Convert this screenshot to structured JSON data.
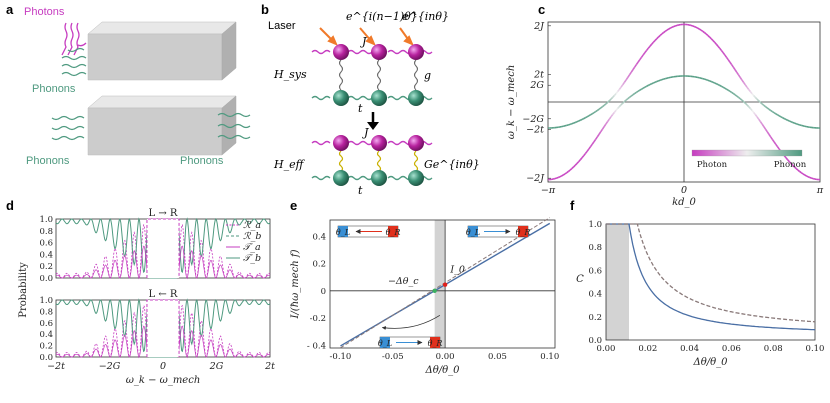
{
  "panels": {
    "a": {
      "label": "a",
      "photons": "Photons",
      "phonons_top": "Phonons",
      "phonons_left": "Phonons",
      "phonons_right": "Phonons"
    },
    "b": {
      "label": "b",
      "laser": "Laser",
      "phase1": "e^{i(n−1)θ}",
      "phase2": "e^{inθ}",
      "J_top": "J",
      "g": "g",
      "t_top": "t",
      "Hsys": "H_sys",
      "J_bot": "J",
      "Gphase": "Ge^{inθ}",
      "t_bot": "t",
      "Heff": "H_eff"
    },
    "c": {
      "label": "c"
    },
    "d": {
      "label": "d"
    },
    "e": {
      "label": "e"
    },
    "f": {
      "label": "f"
    }
  },
  "colors": {
    "photon": "#c63cc0",
    "phonon": "#4f9a80",
    "blue": "#4a6fa5",
    "dashed": "#8a7a7a",
    "gray_band": "#d3d3d3",
    "laser": "#f07a2a"
  },
  "chart_data": [
    {
      "id": "c",
      "type": "line",
      "xlabel": "kd_0",
      "ylabel": "ω_k − ω_mech",
      "x_ticks": [
        "−π",
        "0",
        "π"
      ],
      "y_ticks": [
        "2J",
        "2t",
        "2G",
        "−2G",
        "−2t",
        "−2J"
      ],
      "colorbar": {
        "left": "Photon",
        "right": "Phonon"
      }
    },
    {
      "id": "d",
      "type": "line",
      "titles": [
        "L → R",
        "L ← R"
      ],
      "xlabel": "ω_k − ω_mech",
      "ylabel": "Probability",
      "x_ticks": [
        "−2t",
        "−2G",
        "0",
        "2G",
        "2t"
      ],
      "y_ticks": [
        "0.0",
        "0.2",
        "0.4",
        "0.6",
        "0.8",
        "1.0"
      ],
      "legend": [
        "ℛ_a",
        "ℛ_b",
        "𝒯_a",
        "𝒯_b"
      ]
    },
    {
      "id": "e",
      "type": "line",
      "xlabel": "Δθ/θ_0",
      "ylabel": "I/(ħω_mech f)",
      "x_ticks": [
        "-0.10",
        "-0.05",
        "0.00",
        "0.05",
        "0.10"
      ],
      "y_ticks": [
        "0.4",
        "0.2",
        "0",
        "-0.2",
        "- 0.4"
      ],
      "annotations": [
        "I_0",
        "−Δθ_c"
      ],
      "inset_labels": {
        "left": "θ_L",
        "right": "θ_R"
      },
      "xlim": [
        -0.11,
        0.105
      ],
      "ylim": [
        -0.42,
        0.52
      ]
    },
    {
      "id": "f",
      "type": "line",
      "xlabel": "Δθ/θ_0",
      "ylabel": "C",
      "x_ticks": [
        "0.00",
        "0.02",
        "0.04",
        "0.06",
        "0.08",
        "0.10"
      ],
      "y_ticks": [
        "0.0",
        "0.2",
        "0.4",
        "0.6",
        "0.8",
        "1.0"
      ],
      "xlim": [
        0,
        0.1
      ],
      "ylim": [
        0,
        1.0
      ]
    }
  ]
}
